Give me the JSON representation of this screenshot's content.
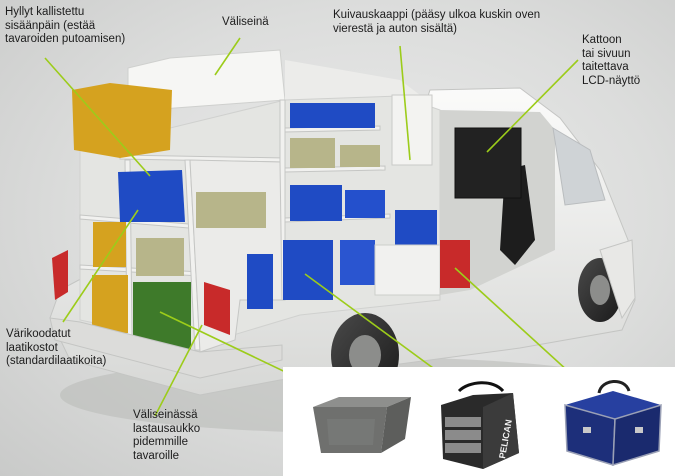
{
  "labels": {
    "shelf": "Hyllyt kallistettu\nsisäänpäin (estää\ntavaroiden putoamisen)",
    "partition": "Väliseinä",
    "drying_cabinet": "Kuivauskaappi (pääsy ulkoa kuskin oven\nvierestä ja auton sisältä)",
    "lcd": "Kattoon\ntai sivuun\ntaitettava\nLCD-näyttö",
    "color_boxes": "Värikoodatut\nlaatikostot\n(standardilaatikoita)",
    "loading_hatch": "Väliseinässä\nlastausaukko\npidemmille\ntavaroille"
  },
  "inset_brand": "PELICAN",
  "colors": {
    "leader": "#9ccc1a",
    "box_blue": "#1f4bc4",
    "box_yellow": "#d5a21f",
    "box_green": "#3e7a2a",
    "box_red": "#c82a2a",
    "box_khaki": "#b7b58a",
    "van_white": "#f4f4f2"
  }
}
